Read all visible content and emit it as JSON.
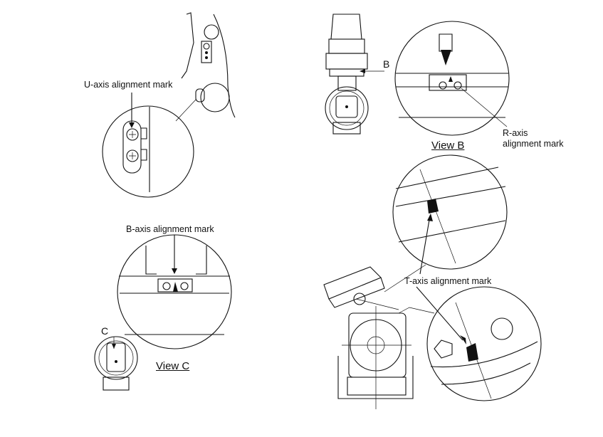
{
  "labels": {
    "u_axis": "U-axis alignment mark",
    "r_axis": [
      "R-axis",
      "alignment mark"
    ],
    "b_axis": "B-axis alignment mark",
    "t_axis": "T-axis alignment mark",
    "view_b": "View B",
    "view_c": "View C",
    "arrow_b": "B",
    "arrow_c": "C"
  }
}
